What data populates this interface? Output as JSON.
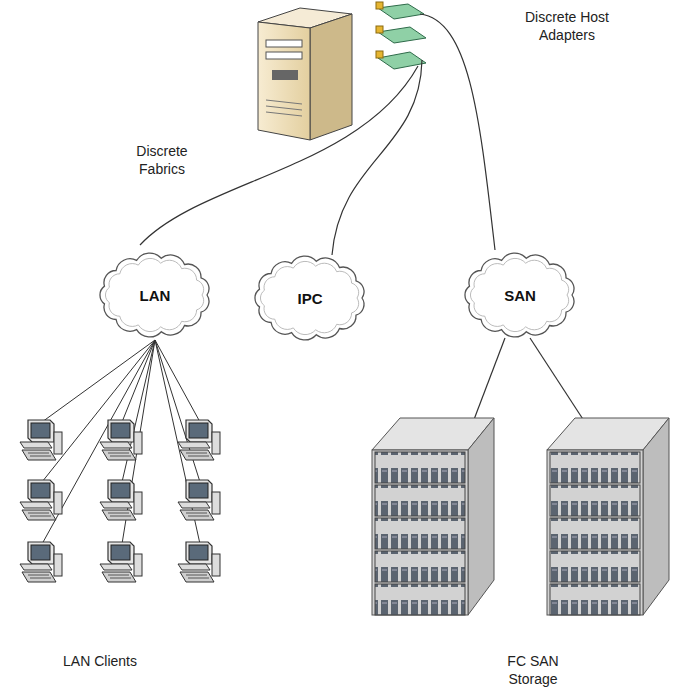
{
  "diagram": {
    "nodes": [
      {
        "text": [
          "LAN"
        ]
      },
      {
        "text": [
          "IPC"
        ]
      },
      {
        "text": [
          "SAN"
        ]
      }
    ],
    "labels": [
      "Discrete Host Adapters",
      "Discrete Fabrics",
      "LAN Clients",
      "FC SAN Storage"
    ]
  }
}
